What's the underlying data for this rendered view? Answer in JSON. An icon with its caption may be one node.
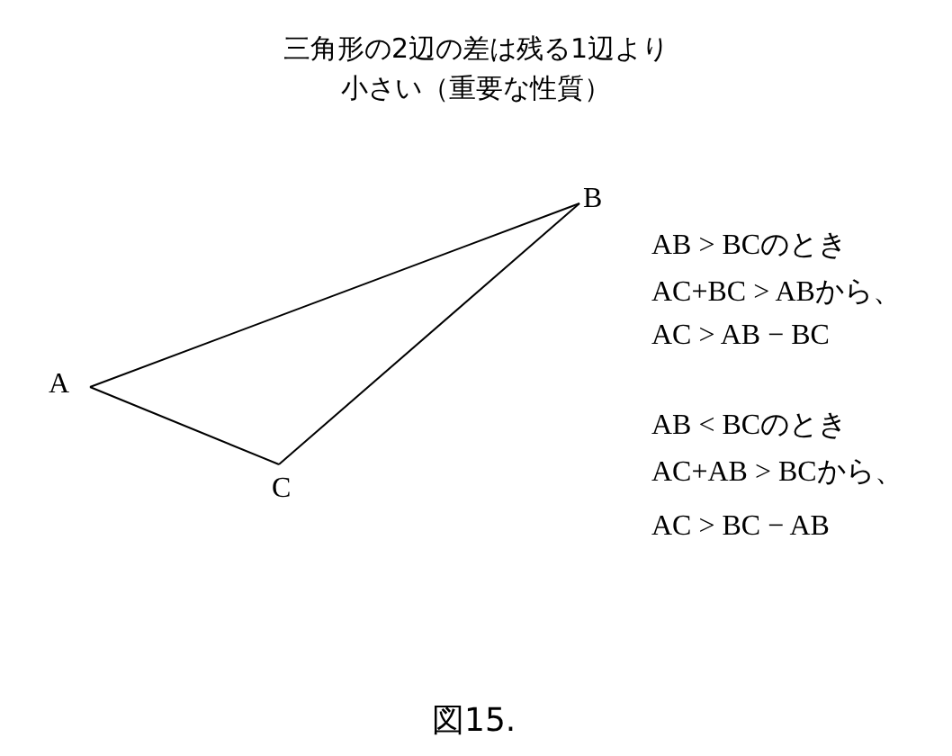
{
  "diagram": {
    "title": "三角形の2辺の差は残る1辺より小さい（重要な性質）",
    "caption": "図15.",
    "nodes": [
      {
        "text": [
          "A"
        ]
      },
      {
        "text": [
          "B"
        ]
      },
      {
        "text": [
          "C"
        ]
      }
    ],
    "edges": [
      {
        "from": 0,
        "to": 1,
        "arrow": "none"
      },
      {
        "from": 1,
        "to": 2,
        "arrow": "none"
      },
      {
        "from": 2,
        "to": 0,
        "arrow": "none"
      }
    ],
    "labels": [
      "AB > BCのとき",
      "AC+BC > ABから、",
      "AC > AB − BC",
      "AB < BCのとき",
      "AC+AB > BCから、",
      "AC > BC − AB"
    ]
  }
}
